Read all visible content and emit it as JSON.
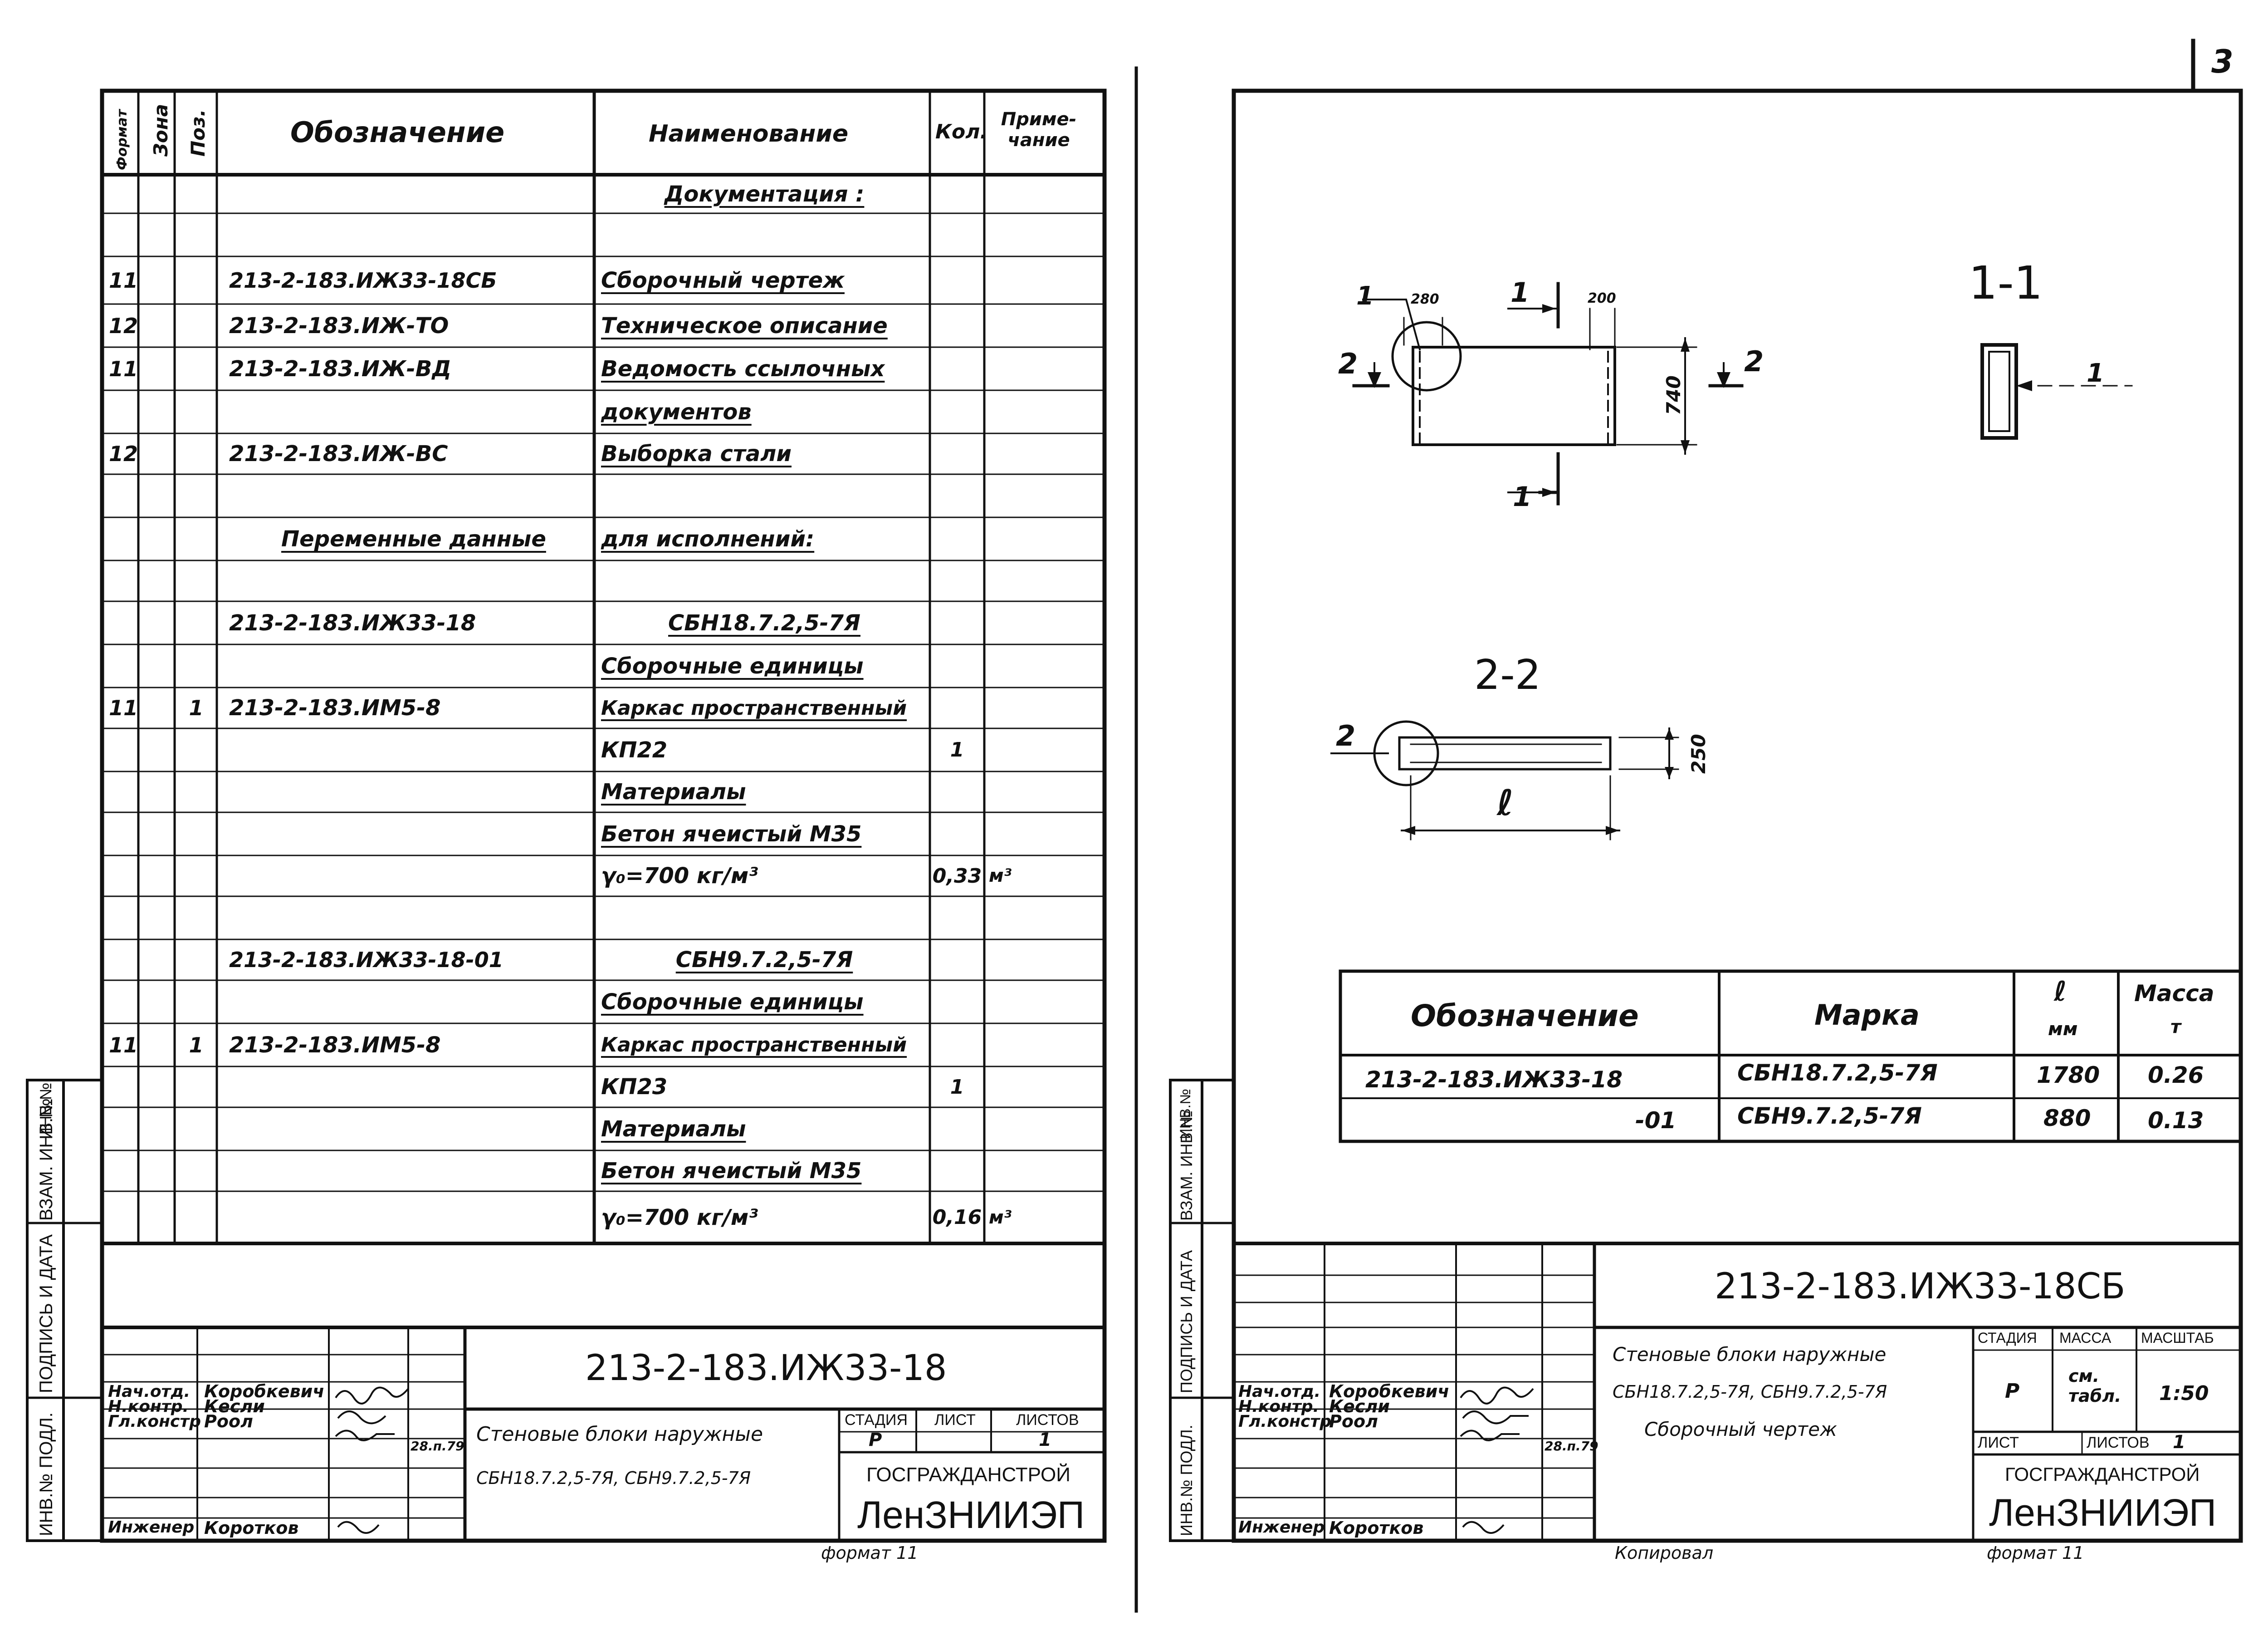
{
  "page_number": "3",
  "left": {
    "headers": {
      "format": "Формат",
      "zone": "Зона",
      "pos": "Поз.",
      "designation": "Обозначение",
      "name": "Наименование",
      "qty": "Кол.",
      "note": "Приме-чание"
    },
    "rows": [
      {
        "fmt": "",
        "pos": "",
        "des": "",
        "name": "Документация :",
        "qty": "",
        "note": ""
      },
      {
        "fmt": "",
        "pos": "",
        "des": "",
        "name": "",
        "qty": "",
        "note": ""
      },
      {
        "fmt": "11",
        "pos": "",
        "des": "213-2-183.ИЖ33-18СБ",
        "name": "Сборочный чертеж",
        "qty": "",
        "note": ""
      },
      {
        "fmt": "12",
        "pos": "",
        "des": "213-2-183.ИЖ-ТО",
        "name": "Техническое описание",
        "qty": "",
        "note": ""
      },
      {
        "fmt": "11",
        "pos": "",
        "des": "213-2-183.ИЖ-ВД",
        "name": "Ведомость ссылочных",
        "qty": "",
        "note": ""
      },
      {
        "fmt": "",
        "pos": "",
        "des": "",
        "name": "документов",
        "qty": "",
        "note": ""
      },
      {
        "fmt": "12",
        "pos": "",
        "des": "213-2-183.ИЖ-ВС",
        "name": "Выборка стали",
        "qty": "",
        "note": ""
      },
      {
        "fmt": "",
        "pos": "",
        "des": "",
        "name": "",
        "qty": "",
        "note": ""
      },
      {
        "fmt": "",
        "pos": "",
        "des": "Переменные данные",
        "name": "для исполнений:",
        "qty": "",
        "note": ""
      },
      {
        "fmt": "",
        "pos": "",
        "des": "",
        "name": "",
        "qty": "",
        "note": ""
      },
      {
        "fmt": "",
        "pos": "",
        "des": "213-2-183.ИЖ33-18",
        "name": "СБН18.7.2,5-7Я",
        "qty": "",
        "note": ""
      },
      {
        "fmt": "",
        "pos": "",
        "des": "",
        "name": "Сборочные единицы",
        "qty": "",
        "note": ""
      },
      {
        "fmt": "11",
        "pos": "1",
        "des": "213-2-183.ИМ5-8",
        "name": "Каркас пространственный",
        "qty": "",
        "note": ""
      },
      {
        "fmt": "",
        "pos": "",
        "des": "",
        "name": "КП22",
        "qty": "1",
        "note": ""
      },
      {
        "fmt": "",
        "pos": "",
        "des": "",
        "name": "Материалы",
        "qty": "",
        "note": ""
      },
      {
        "fmt": "",
        "pos": "",
        "des": "",
        "name": "Бетон ячеистый М35",
        "qty": "",
        "note": ""
      },
      {
        "fmt": "",
        "pos": "",
        "des": "",
        "name": "γ₀=700 кг/м³",
        "qty": "0,33",
        "note": "м³"
      },
      {
        "fmt": "",
        "pos": "",
        "des": "",
        "name": "",
        "qty": "",
        "note": ""
      },
      {
        "fmt": "",
        "pos": "",
        "des": "213-2-183.ИЖ33-18-01",
        "name": "СБН9.7.2,5-7Я",
        "qty": "",
        "note": ""
      },
      {
        "fmt": "",
        "pos": "",
        "des": "",
        "name": "Сборочные единицы",
        "qty": "",
        "note": ""
      },
      {
        "fmt": "11",
        "pos": "1",
        "des": "213-2-183.ИМ5-8",
        "name": "Каркас пространственный",
        "qty": "",
        "note": ""
      },
      {
        "fmt": "",
        "pos": "",
        "des": "",
        "name": "КП23",
        "qty": "1",
        "note": ""
      },
      {
        "fmt": "",
        "pos": "",
        "des": "",
        "name": "Материалы",
        "qty": "",
        "note": ""
      },
      {
        "fmt": "",
        "pos": "",
        "des": "",
        "name": "Бетон ячеистый М35",
        "qty": "",
        "note": ""
      },
      {
        "fmt": "",
        "pos": "",
        "des": "",
        "name": "γ₀=700 кг/м³",
        "qty": "0,16",
        "note": "м³"
      }
    ],
    "side_labels": [
      "Инв.№ подл.",
      "Подпись и дата",
      "Взам. инв.№",
      "Инв.№"
    ],
    "title_block": {
      "designation": "213-2-183.ИЖ33-18",
      "title_line1": "Стеновые блоки наружные",
      "title_line2": "СБН18.7.2,5-7Я, СБН9.7.2,5-7Я",
      "stage_label": "Стадия",
      "sheet_label": "Лист",
      "sheets_label": "Листов",
      "stage": "Р",
      "sheets": "1",
      "org1": "ГОСГРАЖДАНСТРОЙ",
      "org2": "ЛенЗНИИЭП",
      "roles": [
        "Нач.отд.",
        "Н.контр.",
        "Гл.констр",
        "",
        "Инженер"
      ],
      "names": [
        "Коробкевич",
        "Кесли",
        "Роол",
        "",
        "Коротков"
      ],
      "date": "28.п.79",
      "format": "формат 11"
    }
  },
  "right": {
    "section_1": "1-1",
    "section_2": "2-2",
    "dims": {
      "d280": "280",
      "d200": "200",
      "d740": "740",
      "d250": "250",
      "l": "ℓ"
    },
    "callouts": {
      "c1": "1",
      "c2": "2"
    },
    "table": {
      "headers": [
        "Обозначение",
        "Марка",
        "ℓ мм",
        "Масса т"
      ],
      "l_label": "ℓ",
      "l_unit": "мм",
      "mass_label": "Масса",
      "mass_unit": "т",
      "rows": [
        {
          "des": "213-2-183.ИЖ33-18",
          "mark": "СБН18.7.2,5-7Я",
          "l": "1780",
          "mass": "0.26"
        },
        {
          "des": "-01",
          "mark": "СБН9.7.2,5-7Я",
          "l": "880",
          "mass": "0.13"
        }
      ]
    },
    "side_labels": [
      "Инв.№ подл.",
      "Подпись и дата",
      "Взам. инв.№",
      "Инв.№"
    ],
    "title_block": {
      "designation": "213-2-183.ИЖ33-18СБ",
      "title_line1": "Стеновые блоки наружные",
      "title_line2": "СБН18.7.2,5-7Я, СБН9.7.2,5-7Я",
      "title_line3": "Сборочный чертеж",
      "stage_label": "Стадия",
      "mass_label": "Масса",
      "scale_label": "Масштаб",
      "stage": "Р",
      "mass": "см. табл.",
      "scale": "1:50",
      "sheet_label": "Лист",
      "sheets_label": "Листов",
      "sheets": "1",
      "org1": "ГОСГРАЖДАНСТРОЙ",
      "org2": "ЛенЗНИИЭП",
      "roles": [
        "Нач.отд.",
        "Н.контр.",
        "Гл.констр",
        "",
        "Инженер"
      ],
      "names": [
        "Коробкевич",
        "Кесли",
        "Роол",
        "",
        "Коротков"
      ],
      "date": "28.п.79",
      "format": "формат 11",
      "copied": "Копировал"
    }
  }
}
